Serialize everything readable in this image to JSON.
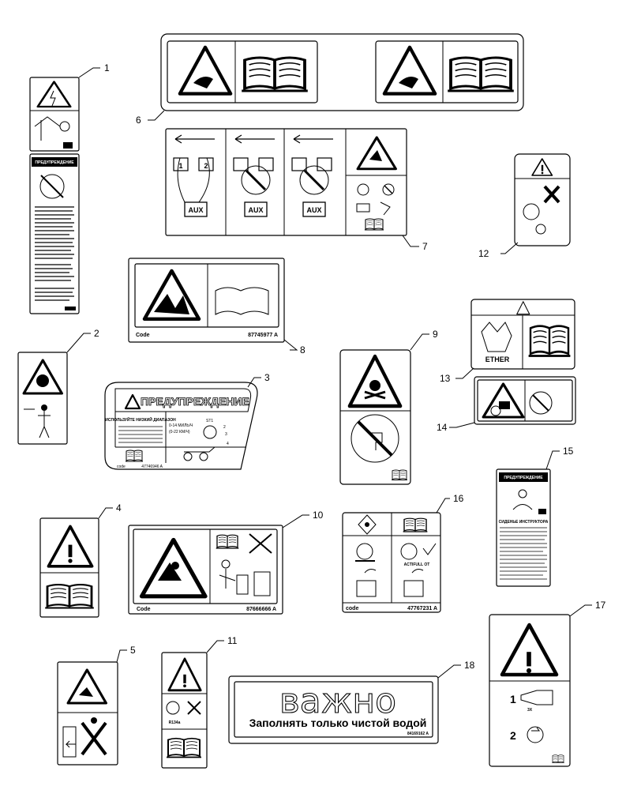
{
  "callouts": [
    "1",
    "2",
    "3",
    "4",
    "5",
    "6",
    "7",
    "8",
    "9",
    "10",
    "11",
    "12",
    "13",
    "14",
    "15",
    "16",
    "17",
    "18"
  ],
  "labels": {
    "l1_heading": "ПРЕДУПРЕЖДЕНИЕ",
    "l3_heading": "ПРЕДУПРЕЖДЕНИЕ",
    "l3_text": "ИСПОЛЬЗУЙТЕ НИЗКИЙ ДИАПАЗОН",
    "l3_speed1": "0-14 МИЛЬ/Ч",
    "l3_speed2": "(0-22 КМ/Ч)",
    "l3_gear_label": "ST1",
    "l3_gear_2": "2",
    "l3_gear_3": "3",
    "l3_gear_4": "4",
    "l3_code": "code",
    "l3_part": "47746946 A",
    "l7_aux": "AUX",
    "l7_n1": "1",
    "l7_n2": "2",
    "l8_code": "Code",
    "l8_part": "87745977 A",
    "l10_code": "Code",
    "l10_part": "87666666 A",
    "l11_refrigerant": "R134a",
    "l13_ether": "ETHER",
    "l15_heading": "ПРЕДУПРЕЖДЕНИЕ",
    "l15_subheading": "СИДЕНЬЕ ИНСТРУКТОРА",
    "l16_code": "code",
    "l16_part": "47767231 A",
    "l16_fluid": "ACTIFULL OT",
    "l17_step1": "1",
    "l17_times": "3X",
    "l17_step2": "2",
    "l18_title": "важно",
    "l18_text": "Заполнять только чистой водой",
    "l18_part": "84169162 A"
  }
}
